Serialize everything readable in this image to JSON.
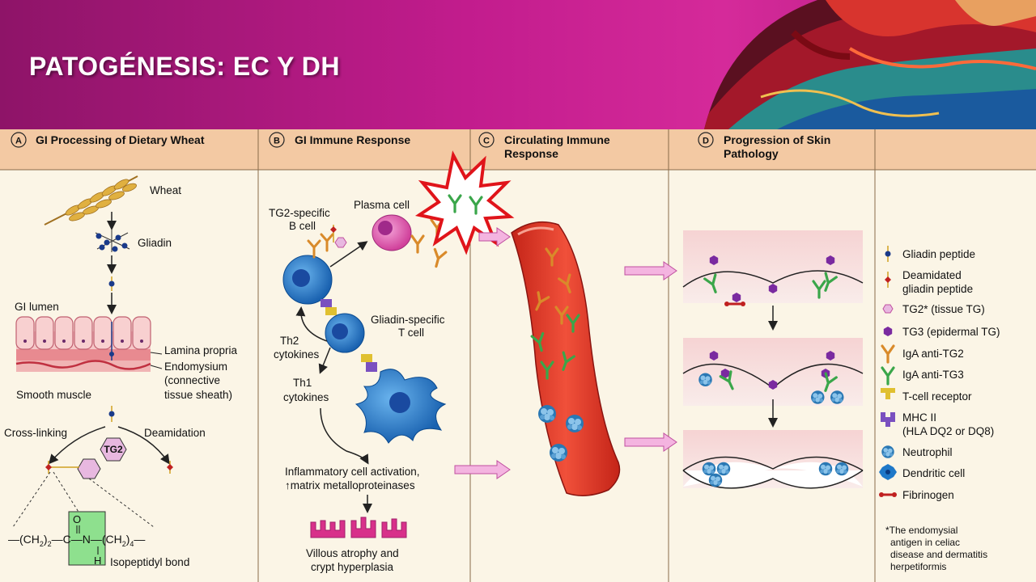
{
  "slide": {
    "title": "PATOGÉNESIS: EC Y DH"
  },
  "panels": [
    {
      "letter": "A",
      "title_line1": "GI Processing of Dietary Wheat",
      "title_line2": ""
    },
    {
      "letter": "B",
      "title_line1": "GI Immune Response",
      "title_line2": ""
    },
    {
      "letter": "C",
      "title_line1": "Circulating Immune",
      "title_line2": "Response"
    },
    {
      "letter": "D",
      "title_line1": "Progression of Skin",
      "title_line2": "Pathology"
    }
  ],
  "panel_a": {
    "wheat": "Wheat",
    "gliadin": "Gliadin",
    "gi_lumen": "GI lumen",
    "lamina_propria": "Lamina propria",
    "endomysium": "Endomysium",
    "connective_1": "(connective",
    "connective_2": "tissue sheath)",
    "smooth_muscle": "Smooth muscle",
    "cross_linking": "Cross-linking",
    "deamidation": "Deamidation",
    "tg2": "TG2",
    "isopeptidyl": "Isopeptidyl bond"
  },
  "panel_b": {
    "tg2_b_1": "TG2-specific",
    "tg2_b_2": "B cell",
    "plasma_cell": "Plasma cell",
    "gliadin_t_1": "Gliadin-specific",
    "gliadin_t_2": "T cell",
    "th2_1": "Th2",
    "th2_2": "cytokines",
    "th1_1": "Th1",
    "th1_2": "cytokines",
    "inflam_1": "Inflammatory cell activation,",
    "inflam_2": "↑matrix metalloproteinases",
    "villous_1": "Villous atrophy and",
    "villous_2": "crypt hyperplasia"
  },
  "legend": {
    "items": [
      {
        "label_1": "Gliadin peptide",
        "label_2": ""
      },
      {
        "label_1": "Deamidated",
        "label_2": "gliadin peptide"
      },
      {
        "label_1": "TG2* (tissue TG)",
        "label_2": ""
      },
      {
        "label_1": "TG3 (epidermal TG)",
        "label_2": ""
      },
      {
        "label_1": "IgA anti-TG2",
        "label_2": ""
      },
      {
        "label_1": "IgA anti-TG3",
        "label_2": ""
      },
      {
        "label_1": "T-cell receptor",
        "label_2": ""
      },
      {
        "label_1": "MHC II",
        "label_2": "(HLA DQ2 or DQ8)"
      },
      {
        "label_1": "Neutrophil",
        "label_2": ""
      },
      {
        "label_1": "Dendritic cell",
        "label_2": ""
      },
      {
        "label_1": "Fibrinogen",
        "label_2": ""
      }
    ],
    "footnote_1": "*The endomysial",
    "footnote_2": "antigen in celiac",
    "footnote_3": "disease and dermatitis",
    "footnote_4": "herpetiformis"
  },
  "colors": {
    "header": "#c21c8d",
    "background": "#fbf5e6",
    "column_header": "#f3c9a3",
    "vessel": "#e23b2a",
    "igA_tg2": "#d98a2a",
    "igA_tg3": "#3aa64a",
    "cell_blue": "#1e78c8",
    "starburst": "#e0141a"
  }
}
